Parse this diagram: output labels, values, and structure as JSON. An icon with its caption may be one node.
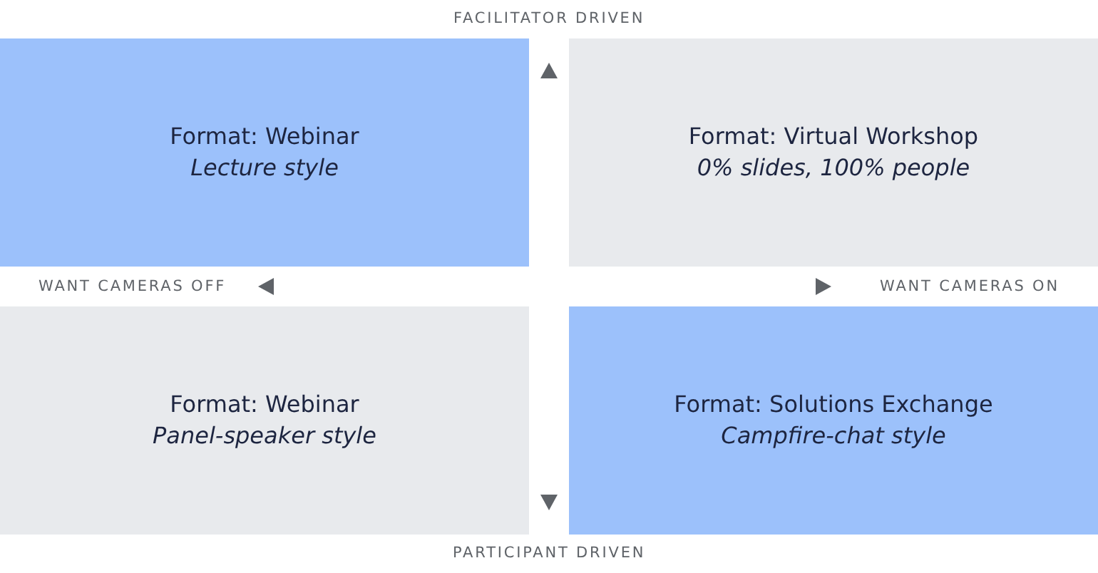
{
  "diagram": {
    "nodes": [
      {
        "text": [
          "Format: Webinar",
          "Lecture style"
        ]
      },
      {
        "text": [
          "Format: Virtual Workshop",
          "0% slides, 100% people"
        ]
      },
      {
        "text": [
          "Format: Webinar",
          "Panel-speaker style"
        ]
      },
      {
        "text": [
          "Format: Solutions Exchange",
          "Campfire-chat style"
        ]
      }
    ],
    "edges": [],
    "labels": [
      "FACILITATOR DRIVEN",
      "WANT CAMERAS OFF",
      "WANT CAMERAS ON",
      "PARTICIPANT DRIVEN"
    ]
  }
}
